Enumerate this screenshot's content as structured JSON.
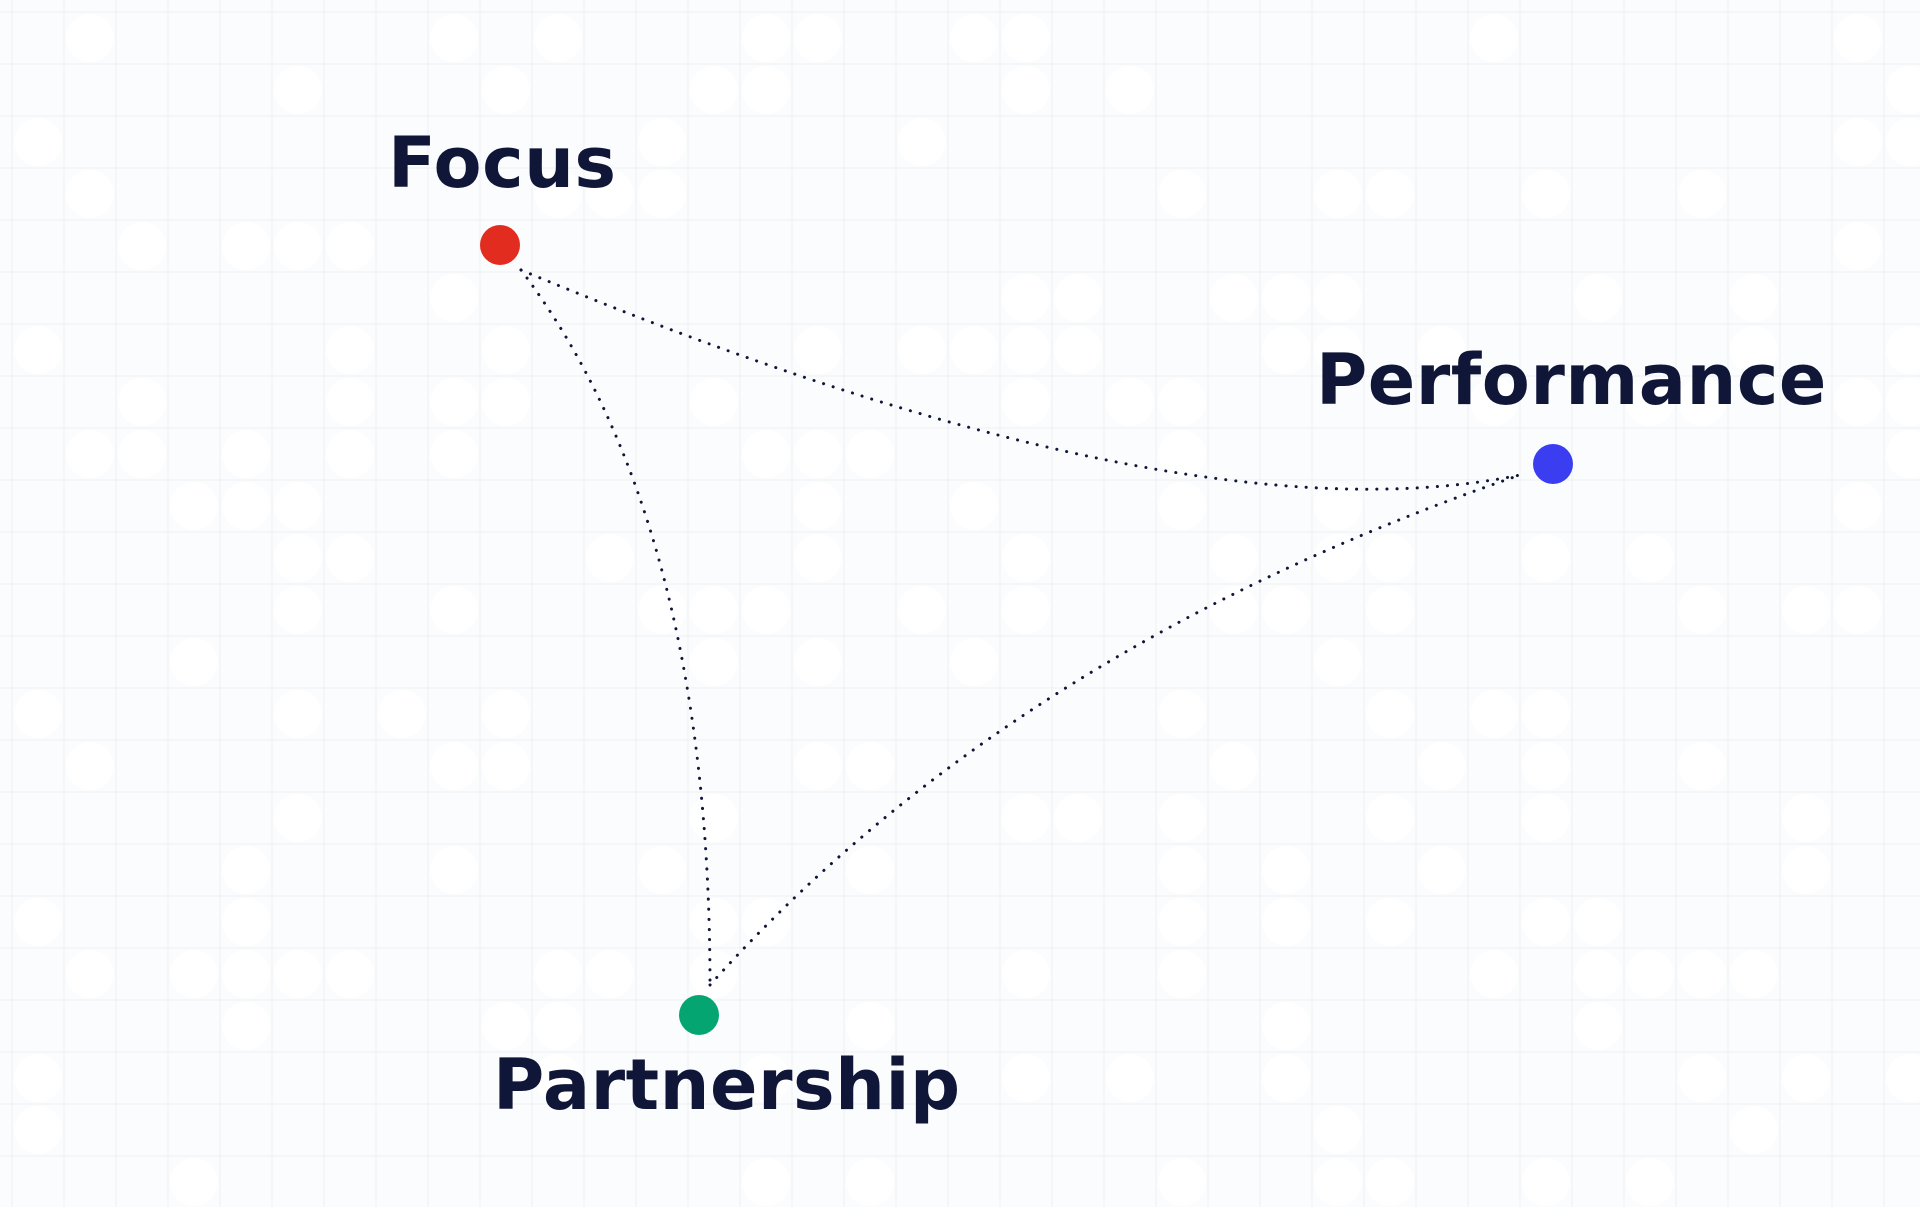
{
  "nodes": [
    {
      "id": "focus",
      "label": "Focus",
      "color": "#e32c20"
    },
    {
      "id": "performance",
      "label": "Performance",
      "color": "#3b3ef0"
    },
    {
      "id": "partnership",
      "label": "Partnership",
      "color": "#05a571"
    }
  ],
  "links": [
    {
      "from": "focus",
      "to": "performance"
    },
    {
      "from": "focus",
      "to": "partnership"
    },
    {
      "from": "partnership",
      "to": "performance"
    }
  ],
  "colors": {
    "label_text": "#101638",
    "link_stroke": "#101638",
    "background": "#fbfcfd",
    "pattern_tile": "#ffffff",
    "pattern_line": "#eceff3"
  }
}
